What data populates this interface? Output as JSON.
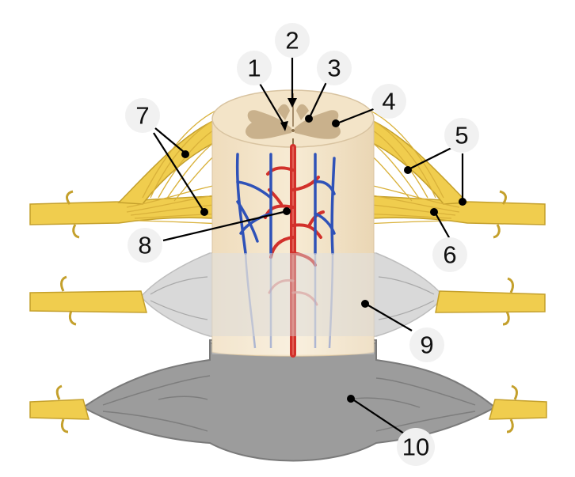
{
  "labels": [
    {
      "id": "1",
      "text": "1"
    },
    {
      "id": "2",
      "text": "2"
    },
    {
      "id": "3",
      "text": "3"
    },
    {
      "id": "4",
      "text": "4"
    },
    {
      "id": "5",
      "text": "5"
    },
    {
      "id": "6",
      "text": "6"
    },
    {
      "id": "7",
      "text": "7"
    },
    {
      "id": "8",
      "text": "8"
    },
    {
      "id": "9",
      "text": "9"
    },
    {
      "id": "10",
      "text": "10"
    }
  ],
  "colors": {
    "nerve": "#f0cd4e",
    "nerve_outline": "#c4a02c",
    "cord_white": "#f4e6cb",
    "cord_grey_matter": "#c9b18c",
    "artery": "#d2312b",
    "vein": "#2f52b8",
    "arachnoid": "#cfcfcf",
    "dura": "#999999"
  }
}
